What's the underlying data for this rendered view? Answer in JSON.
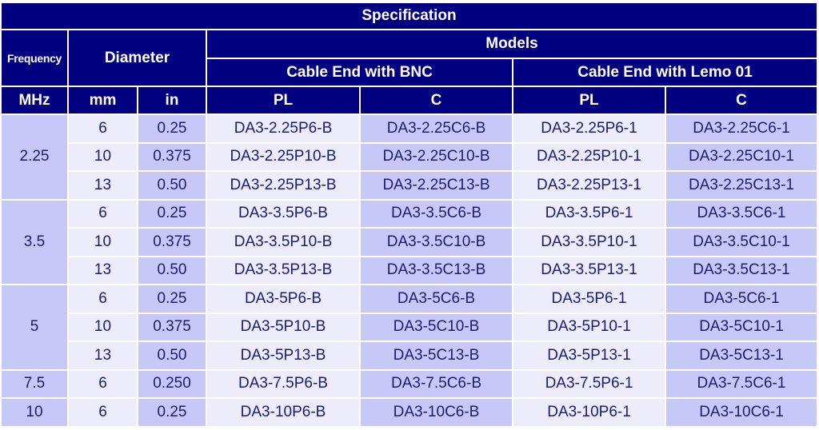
{
  "table": {
    "title": "Specification",
    "headers": {
      "frequency": "Frequency",
      "diameter": "Diameter",
      "models": "Models",
      "bnc": "Cable End with BNC",
      "lemo": "Cable End with Lemo 01",
      "units": [
        "MHz",
        "mm",
        "in",
        "PL",
        "C",
        "PL",
        "C"
      ]
    },
    "groups": [
      {
        "freq": "2.25",
        "rows": [
          [
            "6",
            "0.25",
            "DA3-2.25P6-B",
            "DA3-2.25C6-B",
            "DA3-2.25P6-1",
            "DA3-2.25C6-1"
          ],
          [
            "10",
            "0.375",
            "DA3-2.25P10-B",
            "DA3-2.25C10-B",
            "DA3-2.25P10-1",
            "DA3-2.25C10-1"
          ],
          [
            "13",
            "0.50",
            "DA3-2.25P13-B",
            "DA3-2.25C13-B",
            "DA3-2.25P13-1",
            "DA3-2.25C13-1"
          ]
        ]
      },
      {
        "freq": "3.5",
        "rows": [
          [
            "6",
            "0.25",
            "DA3-3.5P6-B",
            "DA3-3.5C6-B",
            "DA3-3.5P6-1",
            "DA3-3.5C6-1"
          ],
          [
            "10",
            "0.375",
            "DA3-3.5P10-B",
            "DA3-3.5C10-B",
            "DA3-3.5P10-1",
            "DA3-3.5C10-1"
          ],
          [
            "13",
            "0.50",
            "DA3-3.5P13-B",
            "DA3-3.5C13-B",
            "DA3-3.5P13-1",
            "DA3-3.5C13-1"
          ]
        ]
      },
      {
        "freq": "5",
        "rows": [
          [
            "6",
            "0.25",
            "DA3-5P6-B",
            "DA3-5C6-B",
            "DA3-5P6-1",
            "DA3-5C6-1"
          ],
          [
            "10",
            "0.375",
            "DA3-5P10-B",
            "DA3-5C10-B",
            "DA3-5P10-1",
            "DA3-5C10-1"
          ],
          [
            "13",
            "0.50",
            "DA3-5P13-B",
            "DA3-5C13-B",
            "DA3-5P13-1",
            "DA3-5C13-1"
          ]
        ]
      },
      {
        "freq": "7.5",
        "rows": [
          [
            "6",
            "0.250",
            "DA3-7.5P6-B",
            "DA3-7.5C6-B",
            "DA3-7.5P6-1",
            "DA3-7.5C6-1"
          ]
        ]
      },
      {
        "freq": "10",
        "rows": [
          [
            "6",
            "0.25",
            "DA3-10P6-B",
            "DA3-10C6-B",
            "DA3-10P6-1",
            "DA3-10C6-1"
          ]
        ]
      }
    ]
  },
  "colors": {
    "header_bg": "#000080",
    "header_text": "#ffffff",
    "cell_dark": "#c8c8f8",
    "cell_light": "#ececfa",
    "cell_text": "#1a1a7a"
  }
}
